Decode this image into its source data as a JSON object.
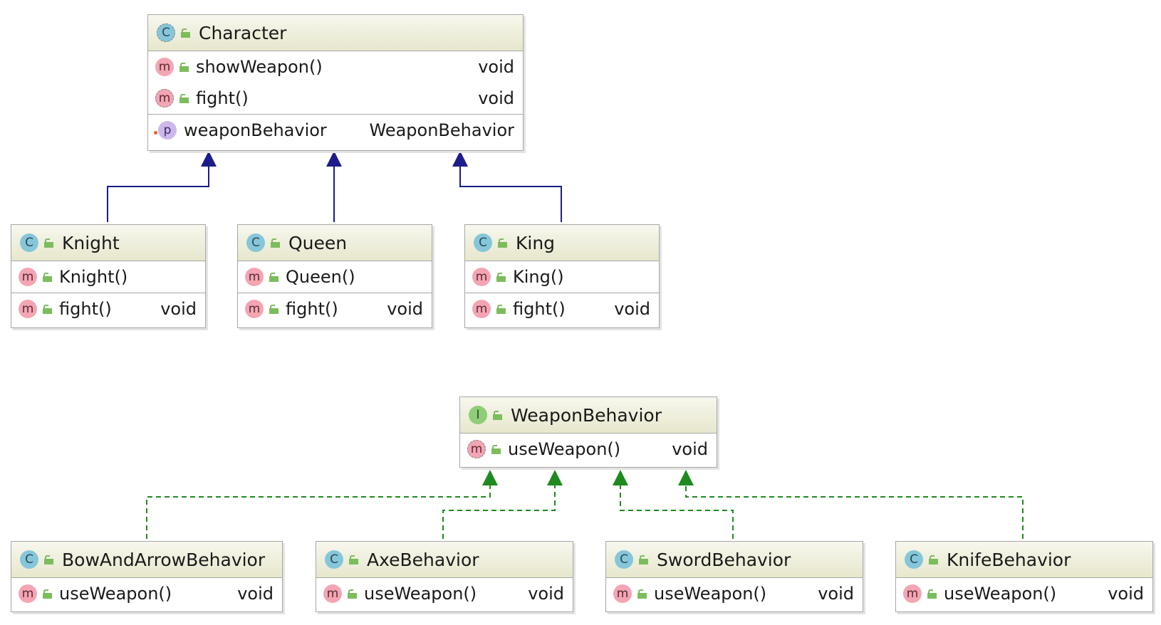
{
  "colors": {
    "inheritance_line": "#1c1c8a",
    "realization_line": "#1f8a1f",
    "header_gradient": [
      "#f7f7ee",
      "#e7e7cd"
    ],
    "border": "#a7a7a7"
  },
  "icons": {
    "class": "C",
    "method": "m",
    "property": "p",
    "interface": "I"
  },
  "classes": {
    "character": {
      "name": "Character",
      "methods": [
        {
          "name": "showWeapon()",
          "type": "void"
        },
        {
          "name": "fight()",
          "type": "void"
        }
      ],
      "fields": [
        {
          "name": "weaponBehavior",
          "type": "WeaponBehavior"
        }
      ]
    },
    "knight": {
      "name": "Knight",
      "constructor": "Knight()",
      "methods": [
        {
          "name": "fight()",
          "type": "void"
        }
      ]
    },
    "queen": {
      "name": "Queen",
      "constructor": "Queen()",
      "methods": [
        {
          "name": "fight()",
          "type": "void"
        }
      ]
    },
    "king": {
      "name": "King",
      "constructor": "King()",
      "methods": [
        {
          "name": "fight()",
          "type": "void"
        }
      ]
    },
    "weapon_behavior": {
      "name": "WeaponBehavior",
      "methods": [
        {
          "name": "useWeapon()",
          "type": "void"
        }
      ]
    },
    "bow_and_arrow": {
      "name": "BowAndArrowBehavior",
      "methods": [
        {
          "name": "useWeapon()",
          "type": "void"
        }
      ]
    },
    "axe": {
      "name": "AxeBehavior",
      "methods": [
        {
          "name": "useWeapon()",
          "type": "void"
        }
      ]
    },
    "sword": {
      "name": "SwordBehavior",
      "methods": [
        {
          "name": "useWeapon()",
          "type": "void"
        }
      ]
    },
    "knife": {
      "name": "KnifeBehavior",
      "methods": [
        {
          "name": "useWeapon()",
          "type": "void"
        }
      ]
    }
  },
  "relations": [
    {
      "kind": "extends",
      "from": "Knight",
      "to": "Character"
    },
    {
      "kind": "extends",
      "from": "Queen",
      "to": "Character"
    },
    {
      "kind": "extends",
      "from": "King",
      "to": "Character"
    },
    {
      "kind": "implements",
      "from": "BowAndArrowBehavior",
      "to": "WeaponBehavior"
    },
    {
      "kind": "implements",
      "from": "AxeBehavior",
      "to": "WeaponBehavior"
    },
    {
      "kind": "implements",
      "from": "SwordBehavior",
      "to": "WeaponBehavior"
    },
    {
      "kind": "implements",
      "from": "KnifeBehavior",
      "to": "WeaponBehavior"
    }
  ]
}
